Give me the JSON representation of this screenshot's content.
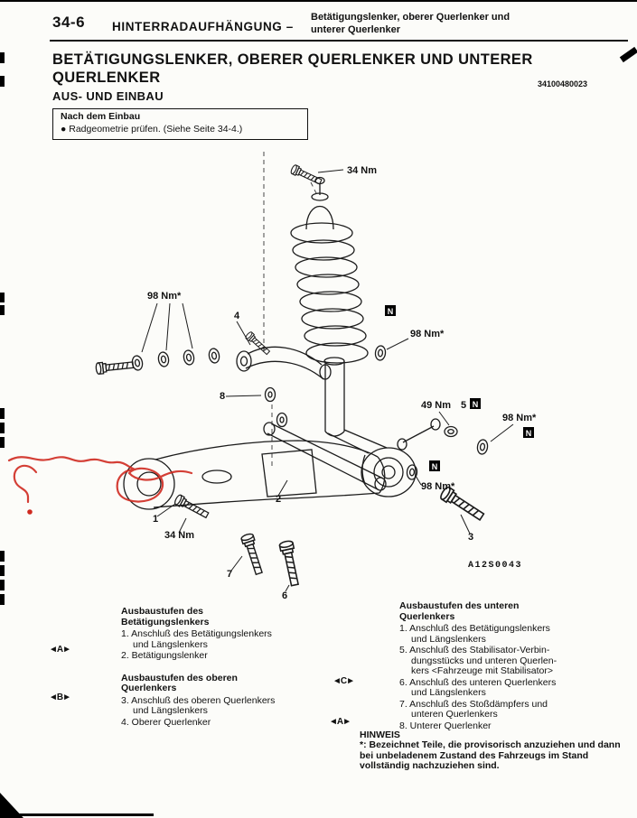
{
  "header": {
    "page_number": "34-6",
    "section": "HINTERRADAUFHÄNGUNG –",
    "topic": "Betätigungslenker, oberer Querlenker und\nunterer Querlenker"
  },
  "title": "BETÄTIGUNGSLENKER, OBERER QUERLENKER UND UNTERER\nQUERLENKER",
  "doc_code": "34100480023",
  "subtitle": "AUS- UND EINBAU",
  "note_box": {
    "title": "Nach dem Einbau",
    "item": "●  Radgeometrie prüfen. (Siehe Seite 34-4.)"
  },
  "diagram": {
    "figure_code": "A12S0043",
    "n": "N",
    "torque_34": "34 Nm",
    "torque_49": "49 Nm",
    "torque_98": "98 Nm*",
    "num_1": "1",
    "num_2": "2",
    "num_3": "3",
    "num_4": "4",
    "num_5": "5",
    "num_6": "6",
    "num_7": "7",
    "num_8": "8"
  },
  "legend": {
    "left": {
      "group1_title": "Ausbaustufen des\nBetätigungslenkers",
      "group1_items": [
        "1. Anschluß des Betätigungslenkers\nund Längslenkers",
        "2. Betätigungslenker"
      ],
      "marker_a": "◄A►",
      "group2_title": "Ausbaustufen des oberen\nQuerlenkers",
      "group2_items": [
        "3. Anschluß des oberen Querlenkers\nund Längslenkers",
        "4. Oberer Querlenker"
      ],
      "marker_b": "◄B►"
    },
    "right": {
      "title": "Ausbaustufen des unteren\nQuerlenkers",
      "items": [
        "1. Anschluß des Betätigungslenkers\nund Längslenkers",
        "5. Anschluß des Stabilisator-Verbin-\ndungsstücks und unteren Querlen-\nkers <Fahrzeuge mit Stabilisator>",
        "6. Anschluß des unteren Querlenkers\nund Längslenkers",
        "7. Anschluß des Stoßdämpfers und\nunteren Querlenkers",
        "8. Unterer Querlenker"
      ],
      "marker_c": "◄C►",
      "marker_a": "◄A►"
    },
    "hinweis_title": "HINWEIS",
    "hinweis_text": "*: Bezeichnet Teile, die provisorisch anzuziehen und dann\nbei unbeladenem Zustand des Fahrzeugs im Stand\nvollständig nachzuziehen sind."
  }
}
